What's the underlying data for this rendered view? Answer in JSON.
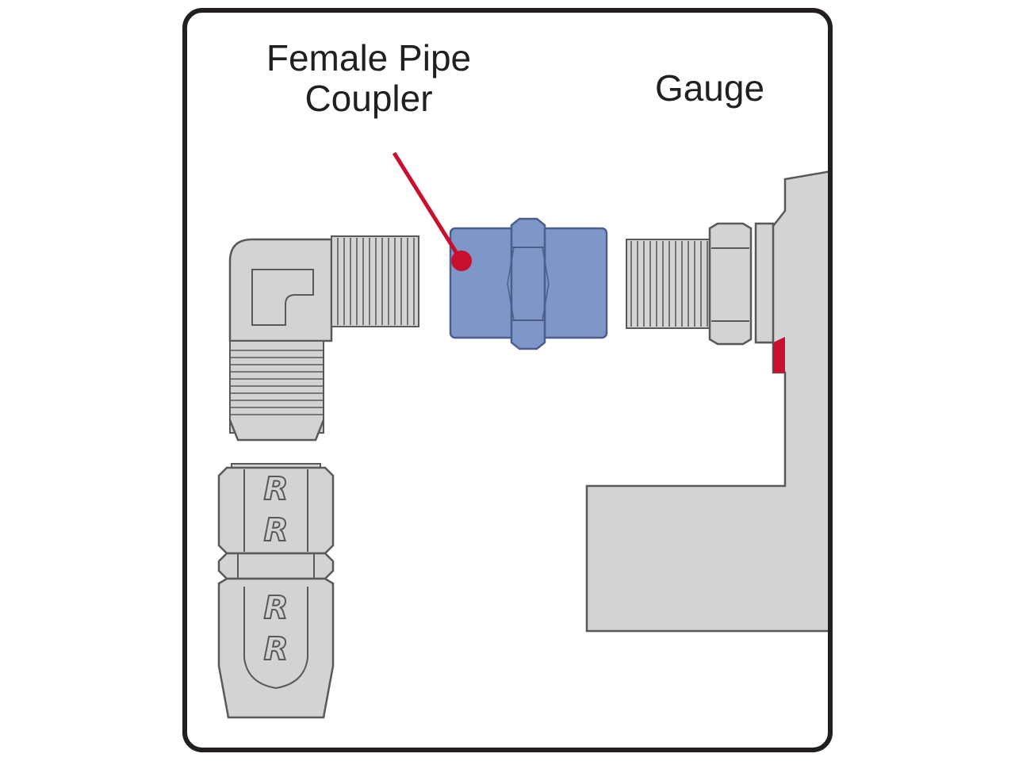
{
  "labels": {
    "coupler_line1": "Female Pipe",
    "coupler_line2": "Coupler",
    "gauge": "Gauge"
  },
  "logo_mark": "R",
  "colors": {
    "frame": "#231f20",
    "metal": "#d1d3d4",
    "metal_stroke": "#58595b",
    "coupler": "#7f96c8",
    "coupler_stroke": "#4d5e8a",
    "pointer": "#c8102e"
  }
}
